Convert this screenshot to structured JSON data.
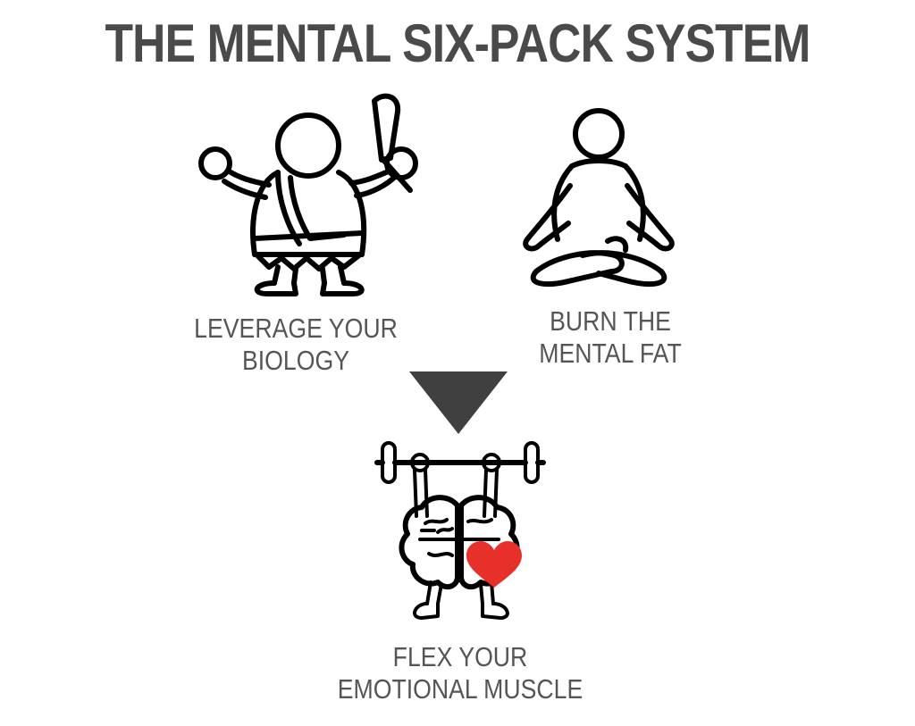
{
  "title": "THE MENTAL SIX-PACK SYSTEM",
  "steps": [
    {
      "line1": "LEVERAGE YOUR",
      "line2": "BIOLOGY",
      "icon": "caveman-icon"
    },
    {
      "line1": "BURN THE",
      "line2": "MENTAL FAT",
      "icon": "meditation-icon"
    },
    {
      "line1": "FLEX YOUR",
      "line2": "EMOTIONAL MUSCLE",
      "icon": "brain-lifting-icon"
    }
  ],
  "arrow": "down-triangle-arrow",
  "colors": {
    "text": "#4a4a4a",
    "arrow": "#404040",
    "heart": "#e8302a",
    "ink": "#000000"
  }
}
